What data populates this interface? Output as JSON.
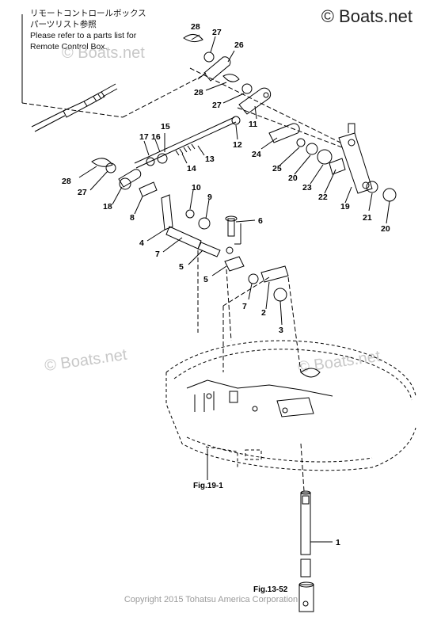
{
  "note": {
    "line1": "リモートコントロールボックス",
    "line2": "パーツリスト参照",
    "line3": "Please refer to a parts list for",
    "line4": "Remote Control Box."
  },
  "brand": "© Boats.net",
  "watermarks": [
    "© Boats.net",
    "© Boats.net",
    "© Boats.net"
  ],
  "copyright": "Copyright 2015 Tohatsu America Corporation",
  "figure_refs": {
    "fig_19_1": "Fig.19-1",
    "fig_13_52": "Fig.13-52"
  },
  "callouts": {
    "c28a": "28",
    "c27a": "27",
    "c26": "26",
    "c28b": "28",
    "c27b": "27",
    "c11": "11",
    "c15": "15",
    "c17": "17",
    "c16": "16",
    "c14": "14",
    "c13": "13",
    "c12": "12",
    "c24": "24",
    "c25": "25",
    "c20a": "20",
    "c23": "23",
    "c22": "22",
    "c19": "19",
    "c21": "21",
    "c20b": "20",
    "c28c": "28",
    "c27c": "27",
    "c18": "18",
    "c8": "8",
    "c10": "10",
    "c9": "9",
    "c6": "6",
    "c4": "4",
    "c7a": "7",
    "c5a": "5",
    "c5b": "5",
    "c7b": "7",
    "c2": "2",
    "c3": "3",
    "c1": "1"
  },
  "colors": {
    "line": "#000000",
    "watermark": "#c8c8c8",
    "copyright": "#9a9a9a"
  }
}
